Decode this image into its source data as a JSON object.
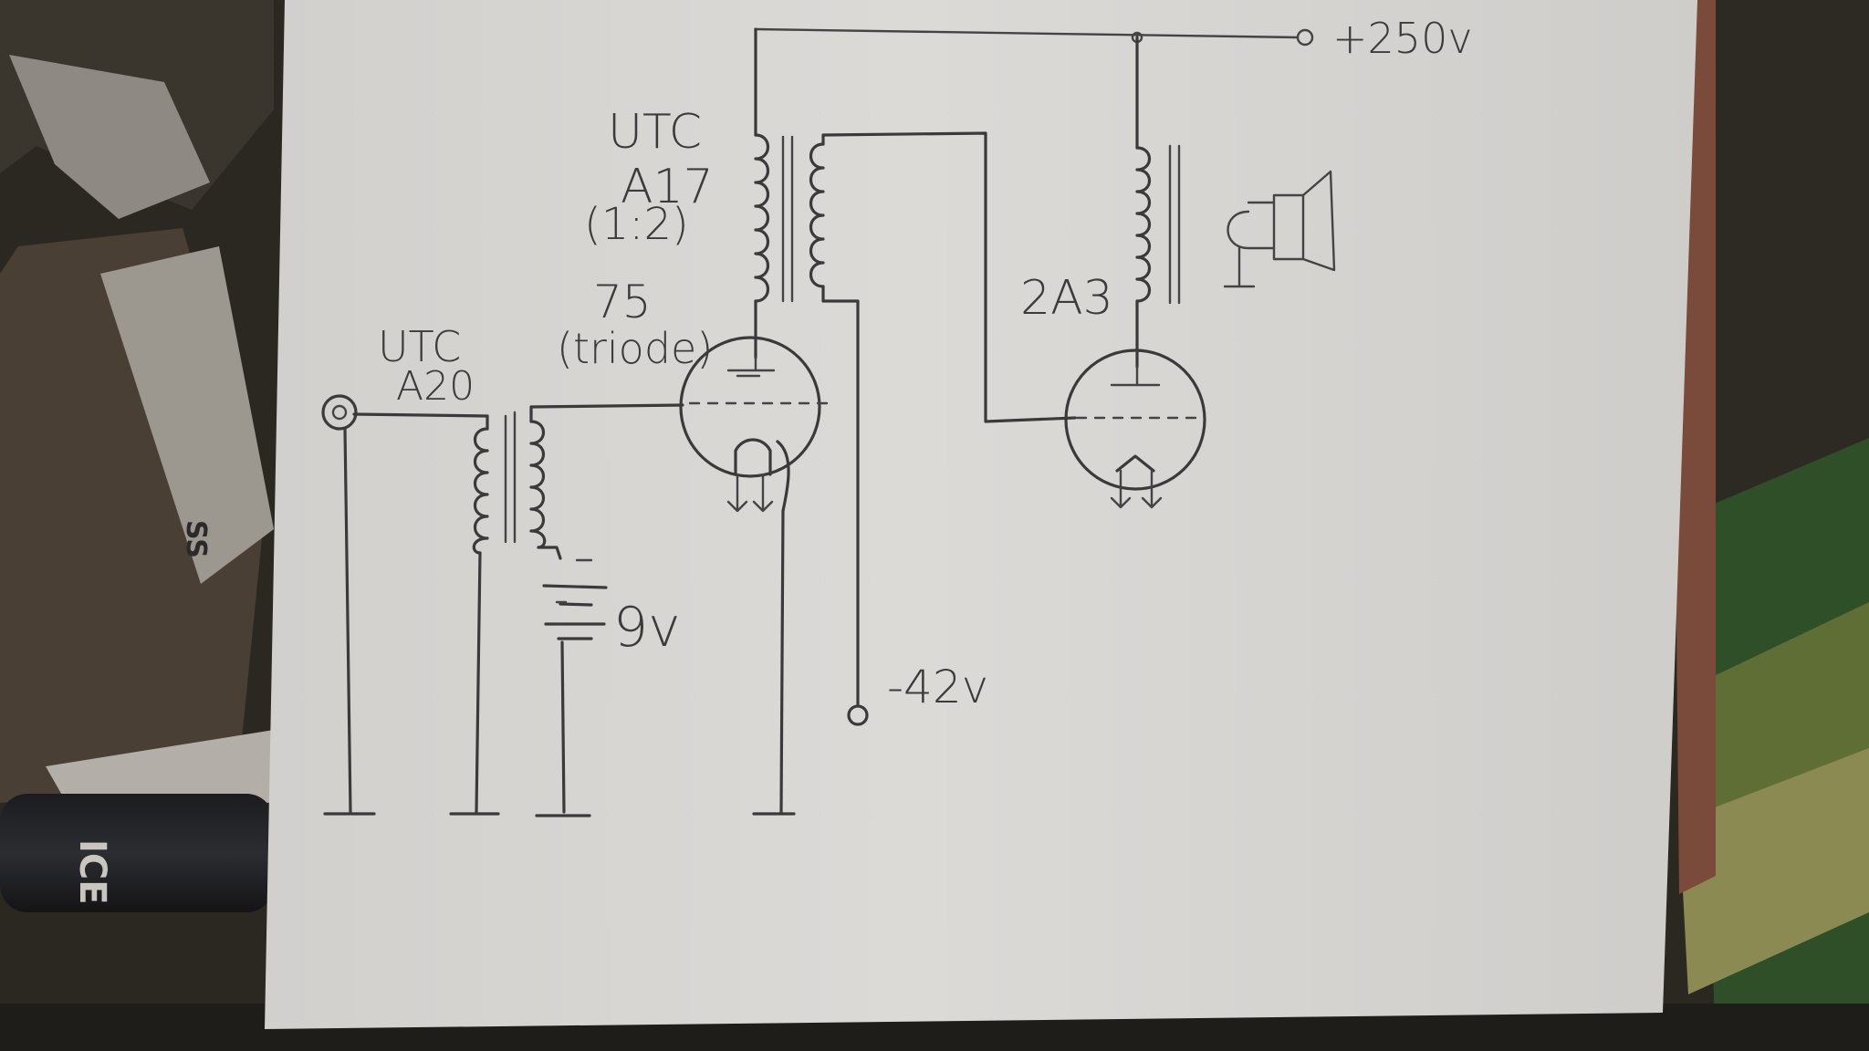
{
  "diagram": {
    "labels": {
      "supply_positive": "+250v",
      "supply_negative": "-42v",
      "battery_voltage": "9v",
      "output_tube": "2A3",
      "driver_tube_number": "75",
      "driver_tube_mode": "(triode)",
      "input_transformer_brand": "UTC",
      "input_transformer_model": "A20",
      "interstage_transformer_brand": "UTC",
      "interstage_transformer_model": "A17",
      "interstage_transformer_ratio": "(1:2)"
    },
    "background_text": {
      "can_label": "ICE",
      "box_mark": "SS"
    }
  }
}
